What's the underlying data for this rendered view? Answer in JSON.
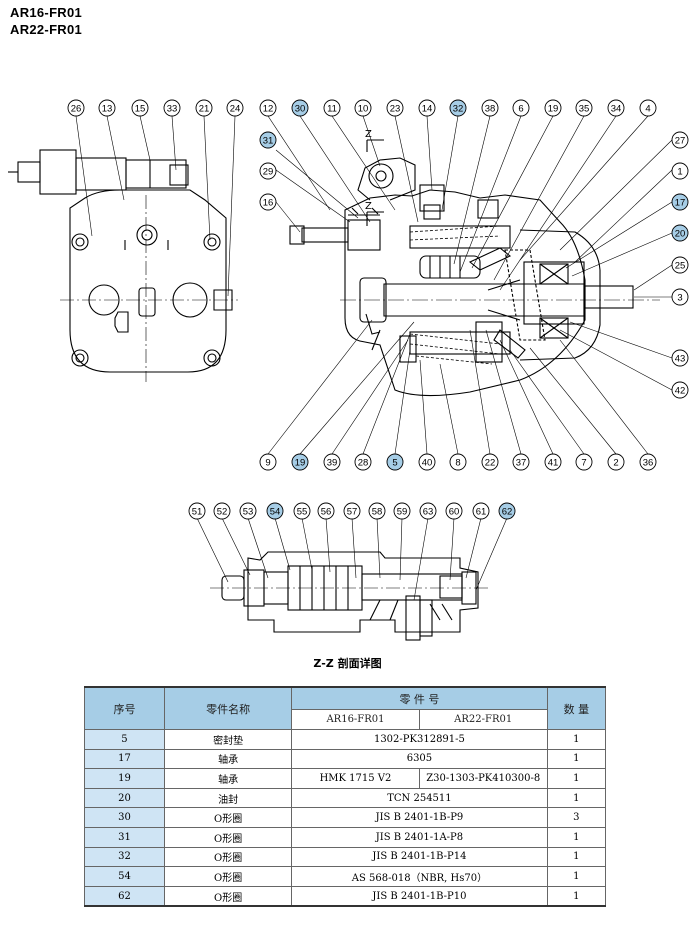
{
  "titles": [
    "AR16-FR01",
    "AR22-FR01"
  ],
  "balloons": {
    "left_view": [
      "26",
      "13",
      "15",
      "33",
      "21",
      "24"
    ],
    "main_top": [
      "12",
      "30",
      "11",
      "10",
      "23",
      "14",
      "32",
      "38",
      "6",
      "19",
      "35",
      "34",
      "4"
    ],
    "main_left": [
      "31",
      "29",
      "16"
    ],
    "main_right": [
      "27",
      "1",
      "17",
      "20",
      "25",
      "3",
      "43",
      "42"
    ],
    "main_bottom": [
      "9",
      "19",
      "39",
      "28",
      "5",
      "40",
      "8",
      "22",
      "37",
      "41",
      "7",
      "2",
      "36"
    ],
    "section_top": [
      "51",
      "52",
      "53",
      "54",
      "55",
      "56",
      "57",
      "58",
      "59",
      "63",
      "60",
      "61",
      "62"
    ],
    "highlighted": [
      "30",
      "32",
      "31",
      "17",
      "20",
      "19",
      "5",
      "54",
      "62"
    ]
  },
  "section_marks": [
    "Z",
    "Z"
  ],
  "section_caption": "Z-Z 剖面详图",
  "table": {
    "col_no": "序号",
    "col_name": "零件名称",
    "col_part": "零 件 号",
    "col_qty": "数 量",
    "sub_a": "AR16-FR01",
    "sub_b": "AR22-FR01",
    "rows": [
      {
        "no": "5",
        "name": "密封垫",
        "part": "1302-PK312891-5",
        "qty": "1"
      },
      {
        "no": "17",
        "name": "轴承",
        "part": "6305",
        "qty": "1"
      },
      {
        "no": "19",
        "name": "轴承",
        "part_a": "HMK 1715 V2",
        "part_b": "Z30-1303-PK410300-8",
        "qty": "1"
      },
      {
        "no": "20",
        "name": "油封",
        "part": "TCN 254511",
        "qty": "1"
      },
      {
        "no": "30",
        "name": "O形圈",
        "part": "JIS B 2401-1B-P9",
        "qty": "3"
      },
      {
        "no": "31",
        "name": "O形圈",
        "part": "JIS B 2401-1A-P8",
        "qty": "1"
      },
      {
        "no": "32",
        "name": "O形圈",
        "part": "JIS B 2401-1B-P14",
        "qty": "1"
      },
      {
        "no": "54",
        "name": "O形圈",
        "part": "AS 568-018（NBR, Hs70）",
        "qty": "1"
      },
      {
        "no": "62",
        "name": "O形圈",
        "part": "JIS B 2401-1B-P10",
        "qty": "1"
      }
    ]
  },
  "colors": {
    "highlight": "#a6cde6",
    "row_no": "#cfe4f4",
    "header": "#a6cde6"
  }
}
